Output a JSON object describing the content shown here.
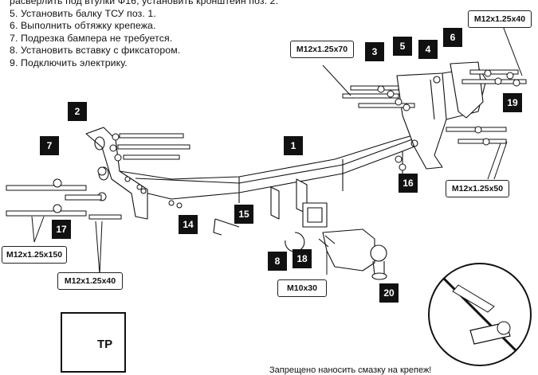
{
  "instructions": [
    "расверлить под втулки Ф16, установить кронштейн поз. 2.",
    "5. Установить балку ТСУ поз. 1.",
    "6. Выполнить обтяжку крепежа.",
    "7. Подрезка бампера не требуется.",
    "8. Установить вставку с фиксатором.",
    "9. Подключить электрику."
  ],
  "part_labels": {
    "p1": "1",
    "p2": "2",
    "p3": "3",
    "p4": "4",
    "p5": "5",
    "p6": "6",
    "p7": "7",
    "p8": "8",
    "p14": "14",
    "p15": "15",
    "p16": "16",
    "p17": "17",
    "p18": "18",
    "p19": "19",
    "p20": "20"
  },
  "bolt_specs": {
    "top_left": "M12x1.25x70",
    "top_right": "M12x1.25x40",
    "right": "M12x1.25x50",
    "left_long": "M12x1.25x150",
    "left_short": "M12x1.25x40",
    "ball_bolt": "M10x30"
  },
  "footer_note": "Запрещено наносить смазку на крепеж!",
  "icons": {
    "certification": "gost-r-certification-icon",
    "prohibition": "no-grease-prohibition-icon"
  },
  "cert_mark": "ТР"
}
